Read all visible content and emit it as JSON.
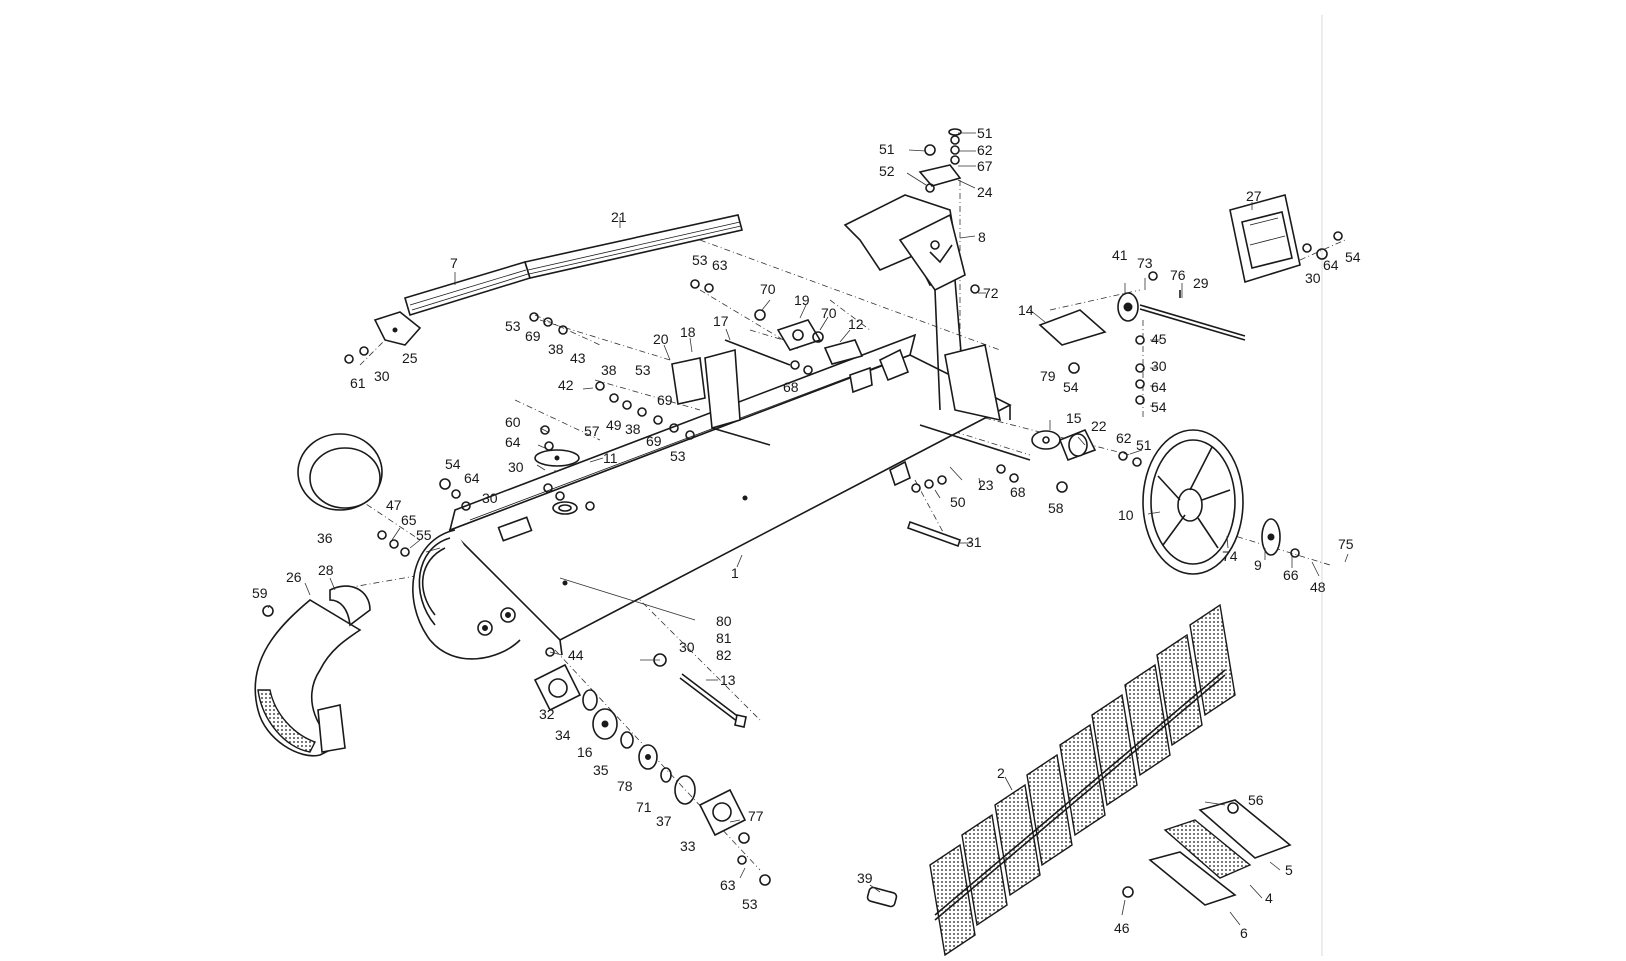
{
  "diagram": {
    "background": "#ffffff",
    "ink": "#1a1a1a",
    "labels": {
      "l1": "1",
      "l2": "2",
      "l4": "4",
      "l5": "5",
      "l6": "6",
      "l7": "7",
      "l8": "8",
      "l9": "9",
      "l10": "10",
      "l11": "11",
      "l12": "12",
      "l13": "13",
      "l14": "14",
      "l15": "15",
      "l16": "16",
      "l17": "17",
      "l18": "18",
      "l19": "19",
      "l20": "20",
      "l21": "21",
      "l22": "22",
      "l23": "23",
      "l24": "24",
      "l25": "25",
      "l26": "26",
      "l27": "27",
      "l28": "28",
      "l29": "29",
      "l30a": "30",
      "l30b": "30",
      "l30c": "30",
      "l30d": "30",
      "l30e": "30",
      "l31": "31",
      "l32": "32",
      "l33": "33",
      "l34": "34",
      "l35": "35",
      "l36": "36",
      "l37": "37",
      "l38a": "38",
      "l38b": "38",
      "l38c": "38",
      "l39": "39",
      "l41": "41",
      "l42": "42",
      "l43": "43",
      "l44": "44",
      "l45": "45",
      "l46": "46",
      "l47": "47",
      "l48": "48",
      "l49": "49",
      "l50": "50",
      "l51a": "51",
      "l51b": "51",
      "l51c": "51",
      "l52": "52",
      "l53a": "53",
      "l53b": "53",
      "l53c": "53",
      "l53d": "53",
      "l53e": "53",
      "l54a": "54",
      "l54b": "54",
      "l54c": "54",
      "l54d": "54",
      "l55": "55",
      "l56": "56",
      "l57": "57",
      "l58": "58",
      "l59": "59",
      "l60": "60",
      "l61": "61",
      "l62a": "62",
      "l62b": "62",
      "l63a": "63",
      "l63b": "63",
      "l64a": "64",
      "l64b": "64",
      "l64c": "64",
      "l64d": "64",
      "l65": "65",
      "l66": "66",
      "l67": "67",
      "l68a": "68",
      "l68b": "68",
      "l69a": "69",
      "l69b": "69",
      "l69c": "69",
      "l70a": "70",
      "l70b": "70",
      "l71": "71",
      "l72": "72",
      "l73": "73",
      "l74": "74",
      "l75": "75",
      "l76": "76",
      "l77": "77",
      "l78": "78",
      "l79": "79",
      "l80": "80",
      "l81": "81",
      "l82": "82"
    }
  }
}
